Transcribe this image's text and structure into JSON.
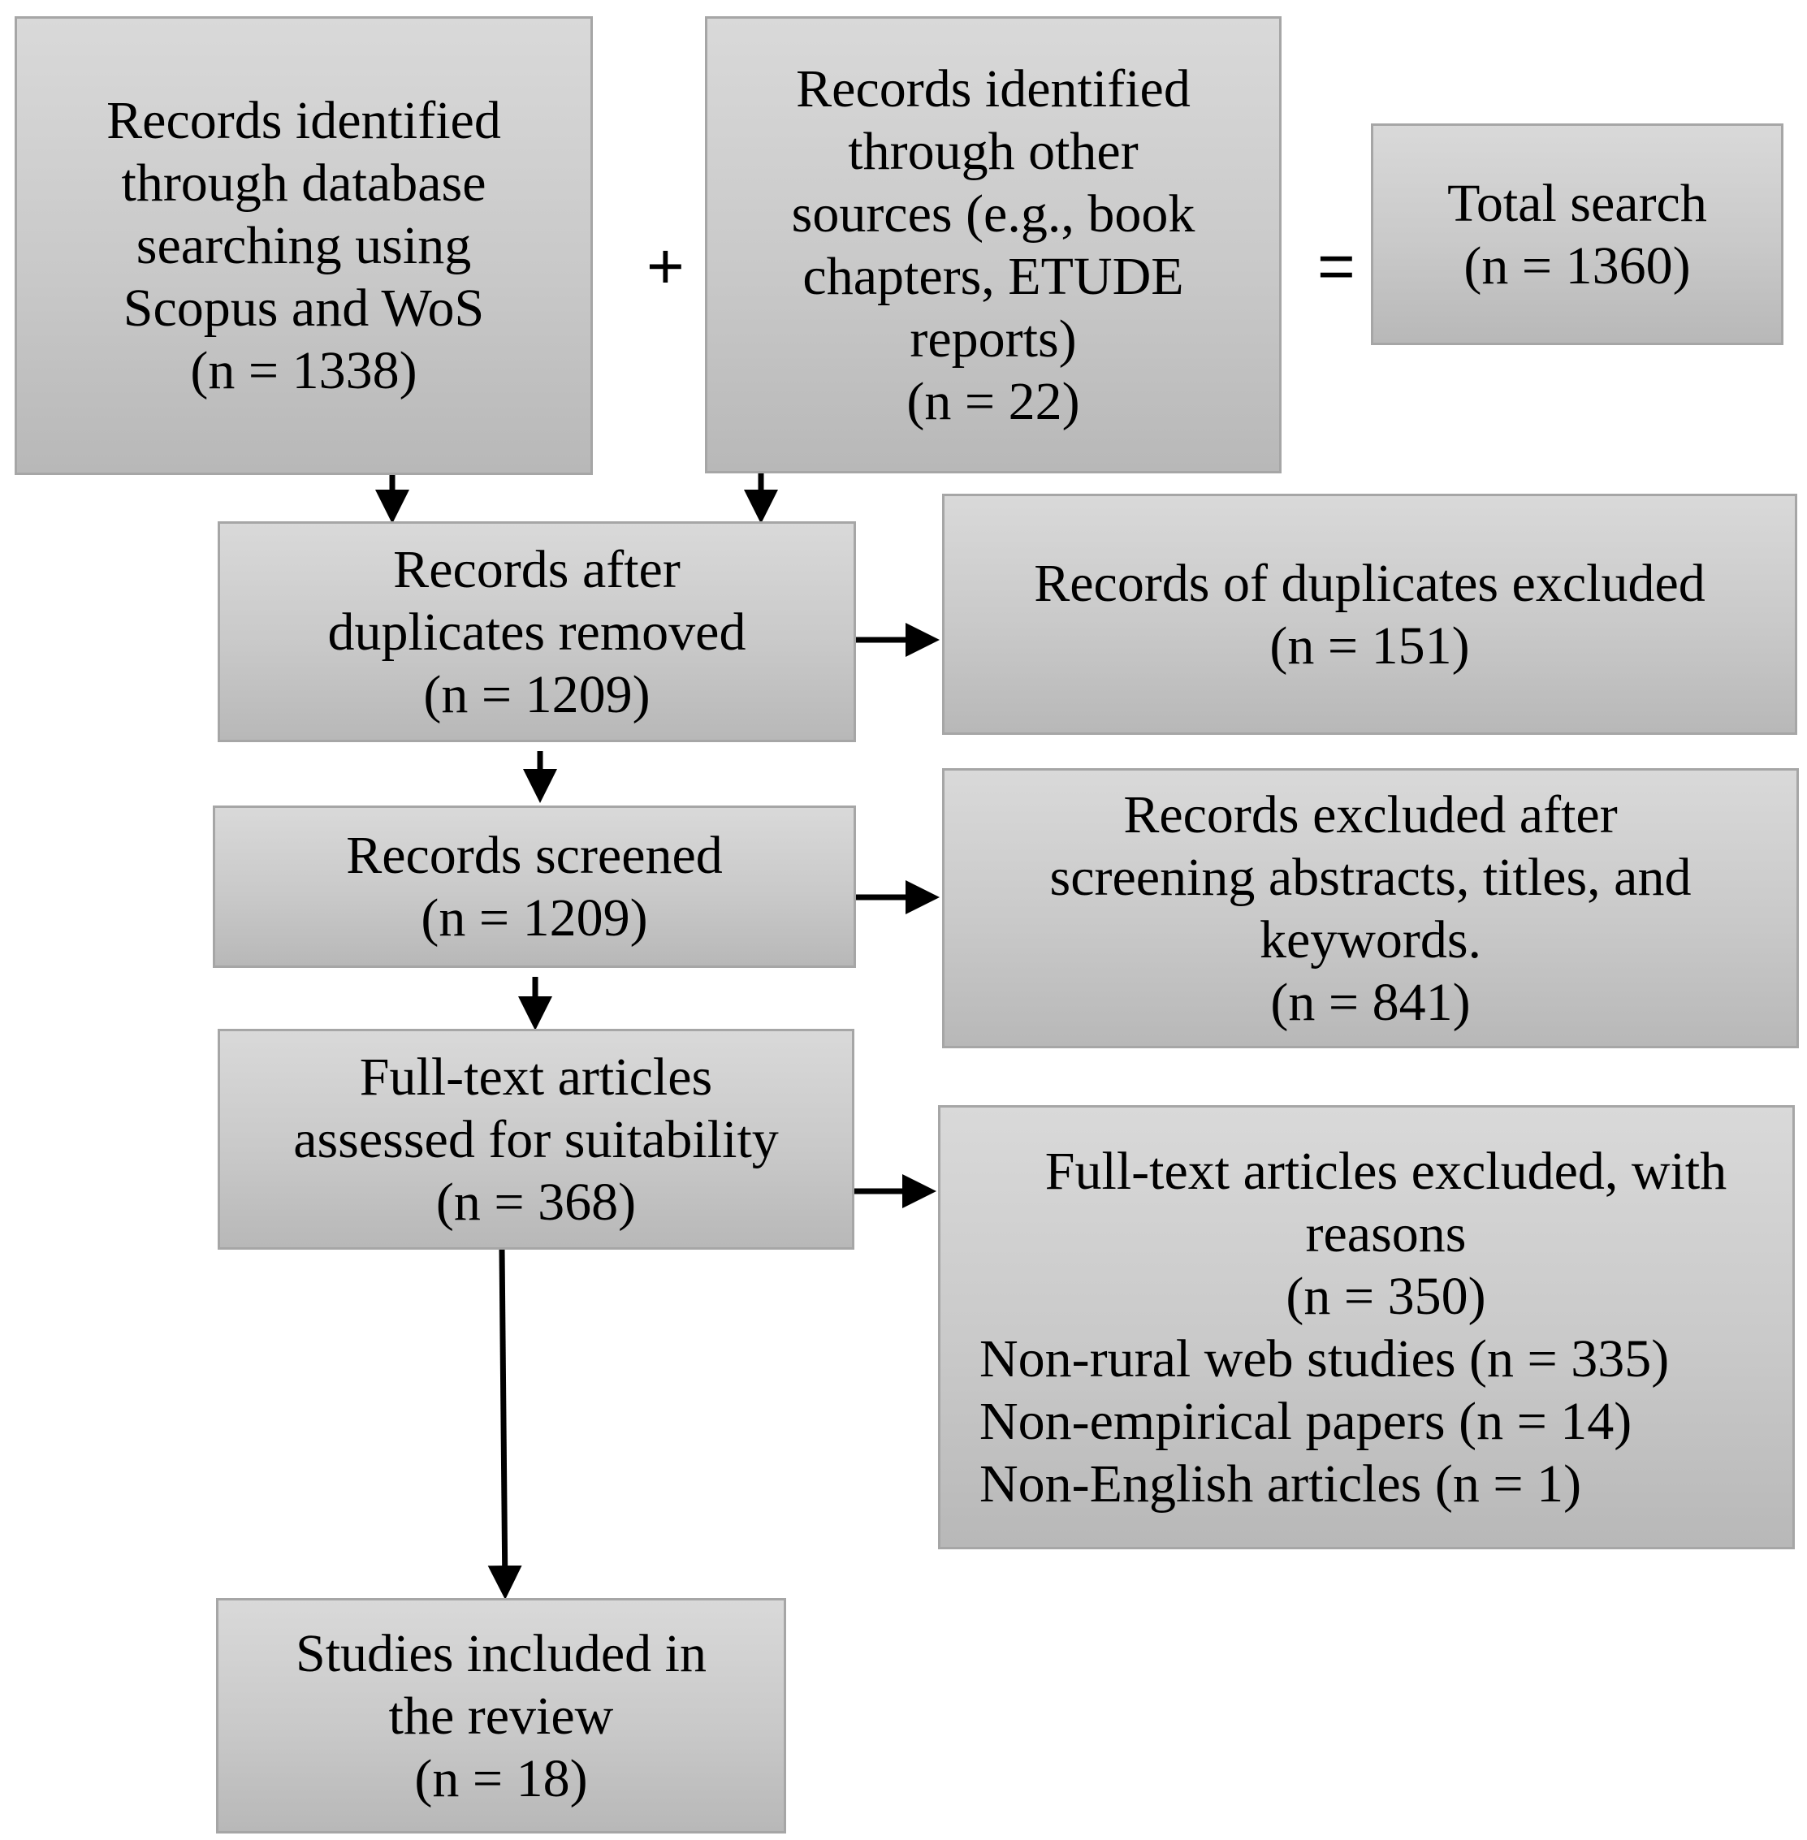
{
  "boxes": {
    "database": [
      "Records identified",
      "through database",
      "searching using",
      "Scopus and WoS",
      "(n = 1338)"
    ],
    "other_sources": [
      "Records identified",
      "through other",
      "sources (e.g., book",
      "chapters, ETUDE",
      "reports)",
      "(n = 22)"
    ],
    "total": [
      "Total search",
      "(n = 1360)"
    ],
    "after_duplicates": [
      "Records after",
      "duplicates removed",
      "(n = 1209)"
    ],
    "duplicates_excluded": [
      "Records of duplicates excluded",
      "(n = 151)"
    ],
    "screened": [
      "Records screened",
      "(n = 1209)"
    ],
    "excluded_screening": [
      "Records excluded after",
      "screening abstracts, titles, and",
      "keywords.",
      "(n = 841)"
    ],
    "full_text": [
      "Full-text articles",
      "assessed for suitability",
      "(n = 368)"
    ],
    "full_text_excluded": [
      "Full-text articles excluded, with",
      "reasons",
      "(n = 350)",
      "Non-rural web studies (n = 335)",
      "Non-empirical papers (n = 14)",
      "Non-English articles (n = 1)"
    ],
    "included": [
      "Studies included in",
      "the review",
      "(n = 18)"
    ]
  },
  "operators": {
    "plus": "+",
    "equals": "="
  }
}
